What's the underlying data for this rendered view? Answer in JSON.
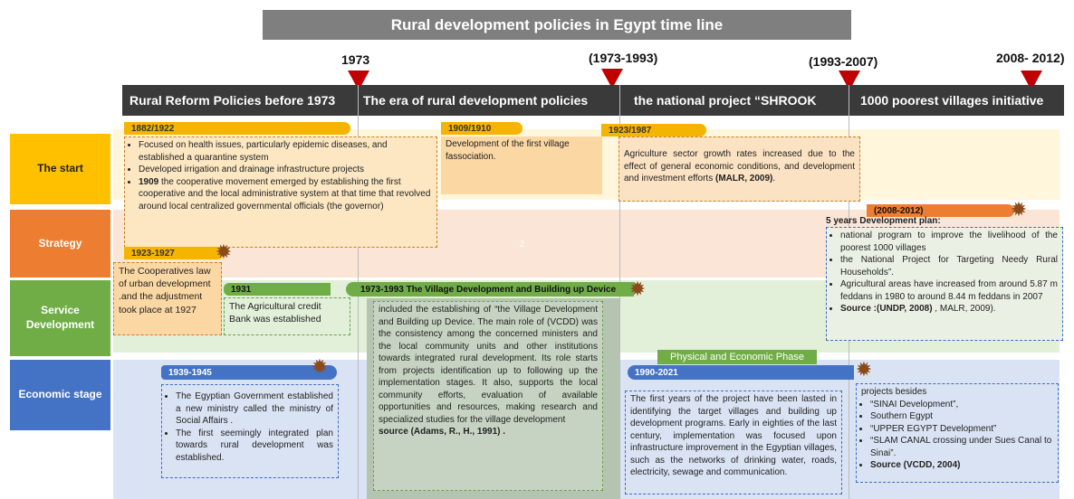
{
  "title": "Rural development policies in Egypt time line",
  "timeline": {
    "years": [
      "1973",
      "(1973-1993)",
      "(1993-2007)",
      "2008- 2012)"
    ],
    "eras": [
      "Rural Reform Policies before 1973",
      "The era of rural development policies",
      "the national project “SHROOK",
      "1000 poorest villages initiative"
    ]
  },
  "rows": {
    "start": "The start",
    "strategy": "Strategy",
    "service": "Service Development",
    "economic": "Economic stage"
  },
  "start_row": {
    "tag1": "1882/1922",
    "bullets1": [
      "Focused on health issues, particularly epidemic diseases, and established a quarantine system",
      "Developed irrigation and drainage infrastructure projects"
    ],
    "bullet3_year": "1909",
    "bullet3_text": " the cooperative movement emerged by establishing the first cooperative and the local administrative system at that time that revolved around local centralized governmental officials (the governor)",
    "tag2": "1909/1910",
    "text2": "Development of the first village fassociation.",
    "tag3": "1923/1987",
    "text3": "Agriculture sector growth rates increased due to the effect of general economic conditions, and development and investment efforts ",
    "text3_source": "(MALR, 2009)",
    "text3_end": "."
  },
  "strategy_row": {
    "tag1": "1923-1927",
    "text1": "The Cooperatives law of urban development .and the adjustment took place at 1927",
    "mark": "Z",
    "tag2": "(2008-2012)",
    "plan_title": "5 years Development plan:",
    "plan_bullets": [
      "national program to improve the livelihood of the poorest 1000 villages",
      "the National Project for Targeting Needy Rural Households”.",
      "Agricultural areas have increased from around 5.87 m feddans in 1980 to around 8.44 m feddans in 2007"
    ],
    "plan_source_label": "Source :(UNDP, 2008)",
    "plan_source_rest": " , MALR, 2009)."
  },
  "service_row": {
    "tag1": "1931",
    "text1": "The Agricultural credit Bank was established",
    "tag2": "1973-1993  The Village Development and Building up Device",
    "text2": "included the establishing of “the Village Development and Building up Device. The main role of (VCDD) was the consistency among the concerned ministers and the local community units and other institutions towards integrated rural development. Its role starts from projects identification up to following up the implementation stages. It also, supports the local community efforts, evaluation of available opportunities and resources, making research and specialized studies for the village development",
    "text2_source": "source (Adams, R., H., 1991) ."
  },
  "economic_row": {
    "tag1": "1939-1945",
    "bullets1": [
      "The Egyptian Government established a new ministry called the ministry of Social Affairs .",
      "The first seemingly integrated plan towards rural development was established."
    ],
    "phase": "Physical and Economic Phase",
    "tag2": "1990-2021",
    "text2": "The first years of the project have been lasted in identifying the target villages and building up development programs. Early in eighties of the last century, implementation was focused upon infrastructure improvement in the Egyptian villages, such as the networks of drinking water, roads, electricity, sewage and communication.",
    "text3_intro": "projects besides",
    "bullets3": [
      "“SINAI Development”,",
      "Southern Egypt",
      "“UPPER EGYPT Development”",
      "“SLAM CANAL crossing under Sues Canal to Sinai”."
    ],
    "source3": "Source (VCDD, 2004)"
  },
  "colors": {
    "start": "#ffc000",
    "strategy": "#ed7d31",
    "service": "#70ad47",
    "economic": "#4472c4"
  }
}
